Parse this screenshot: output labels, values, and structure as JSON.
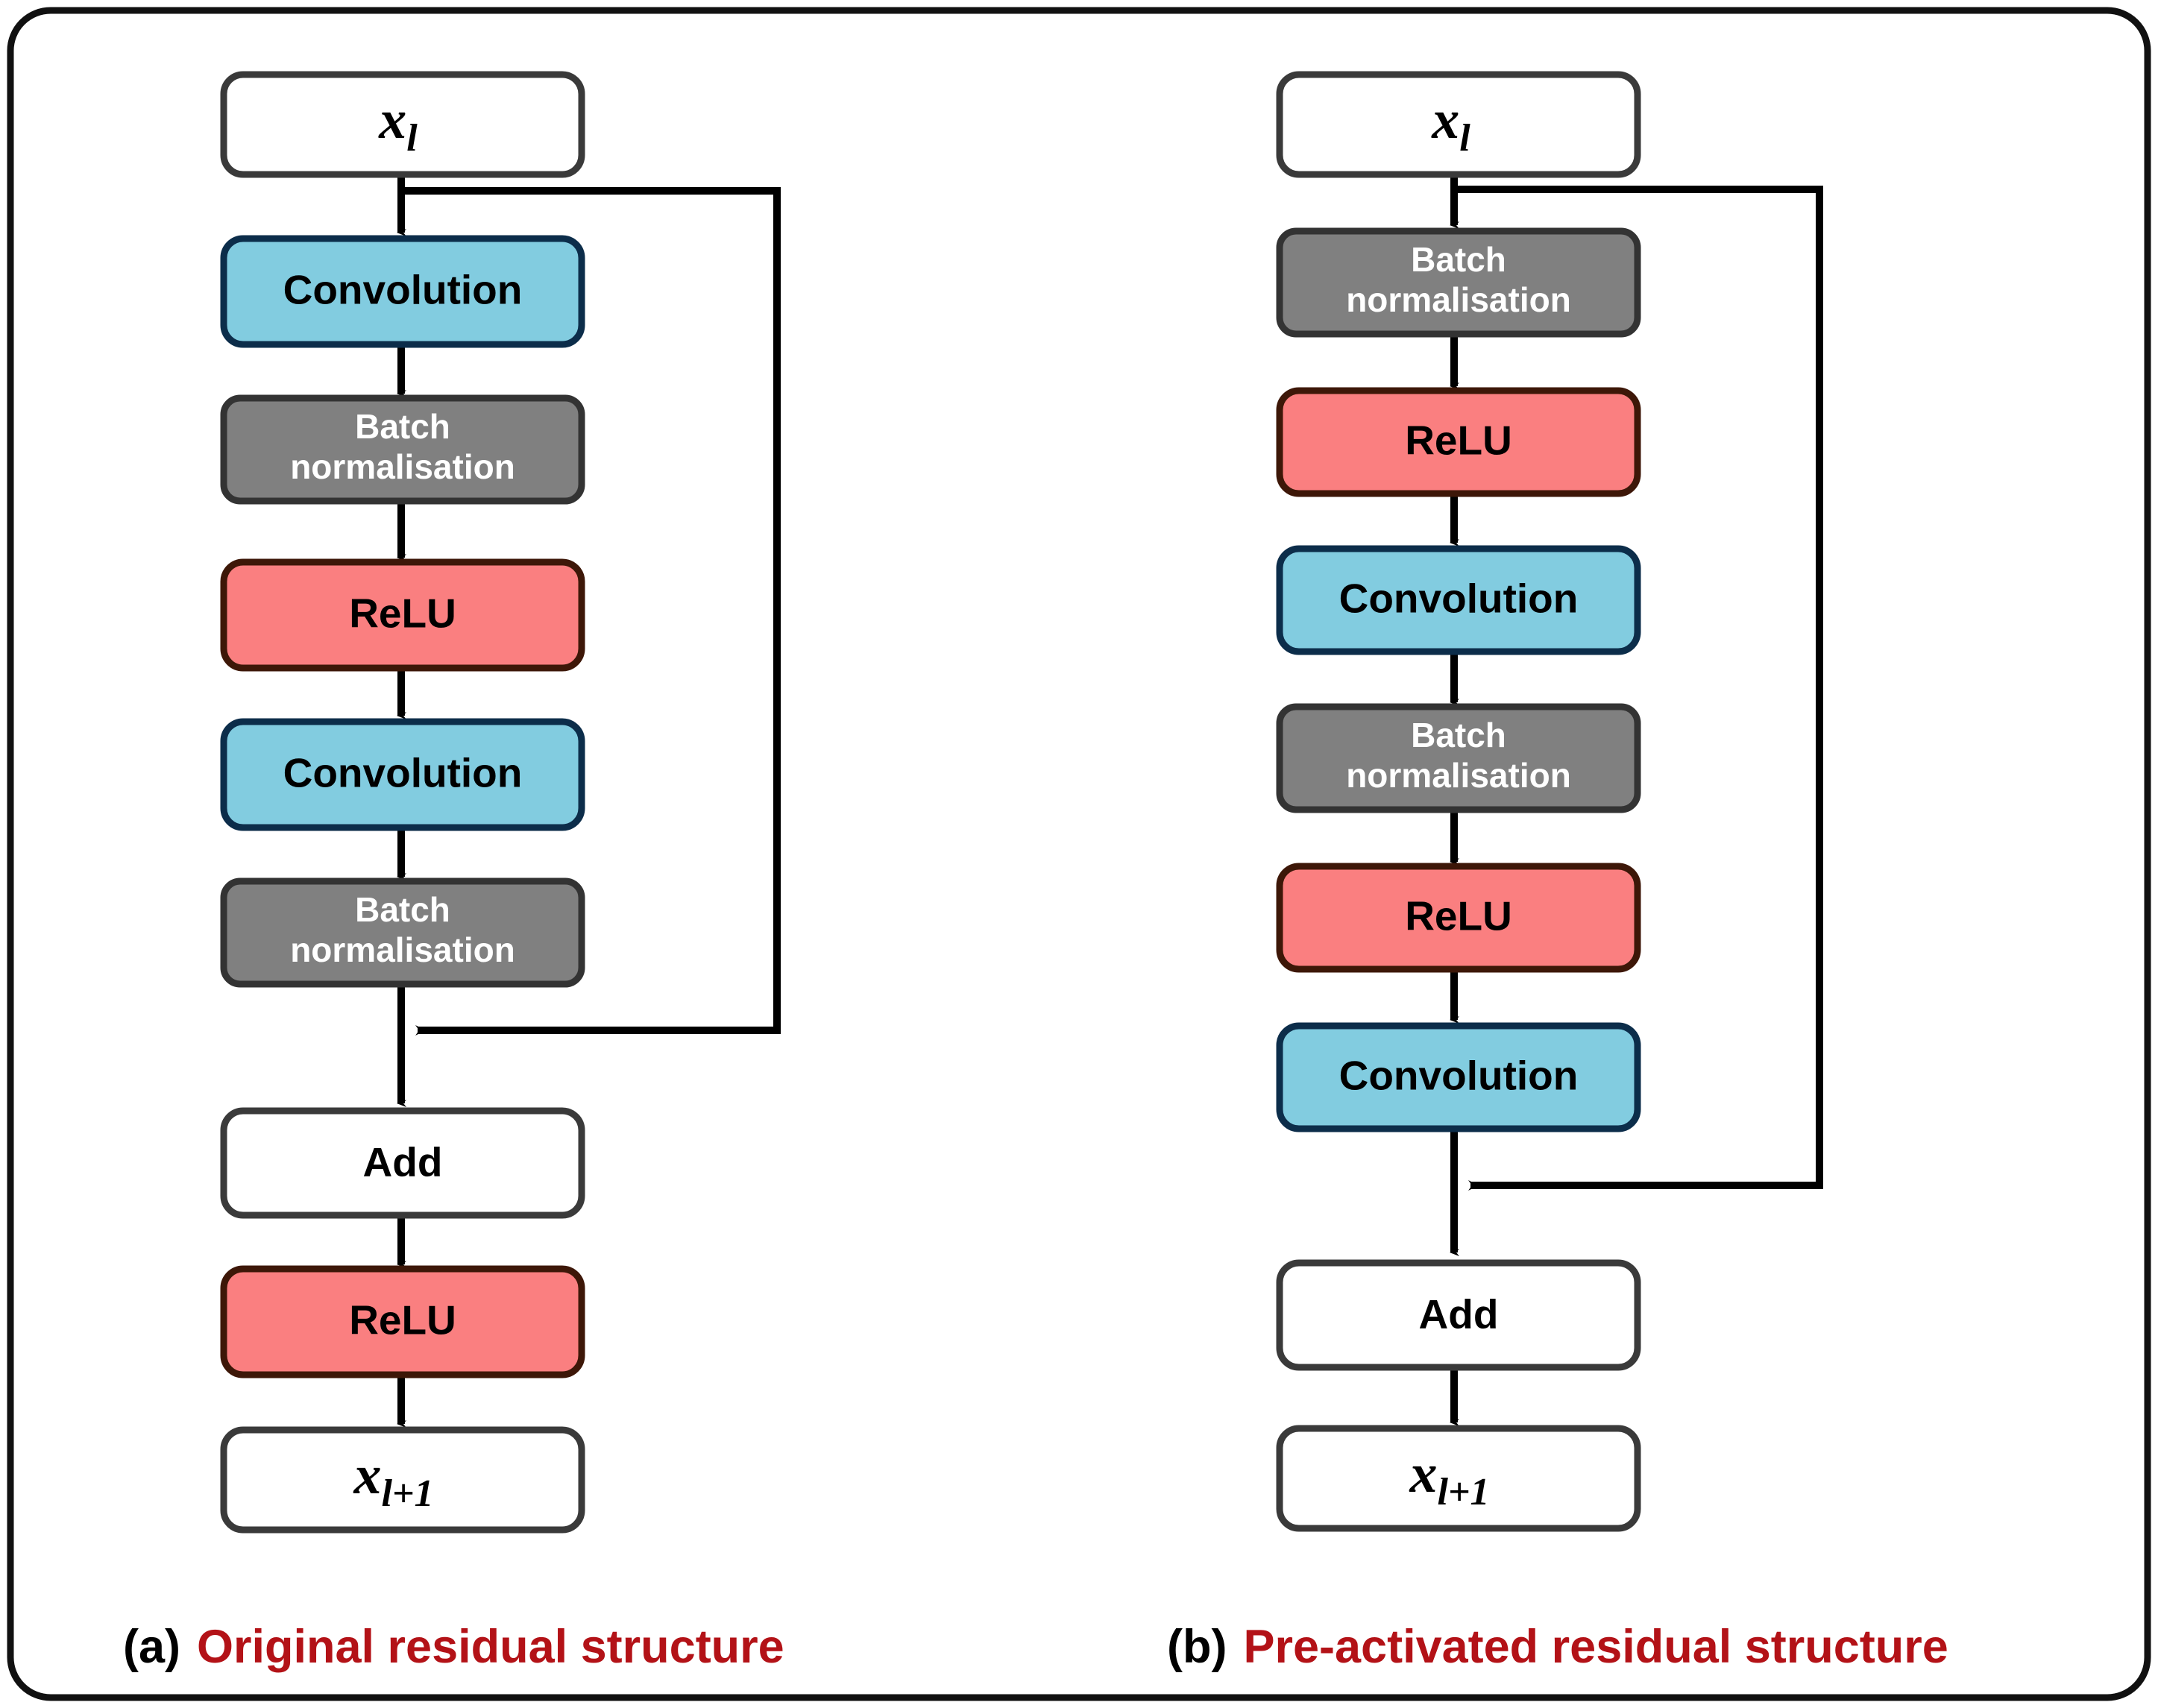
{
  "figure": {
    "frame_color": "#111111",
    "background": "#ffffff",
    "palette": {
      "convolution_fill": "#82CCE0",
      "convolution_stroke": "#0C2D4A",
      "batchnorm_fill": "#808080",
      "batchnorm_stroke": "#333333",
      "relu_fill": "#FA7F80",
      "relu_stroke": "#3D1708",
      "plain_fill": "#FFFFFF",
      "plain_stroke": "#3A3A3A",
      "edge_color": "#000000",
      "caption_accent": "#B31217",
      "caption_index_color": "#000000"
    }
  },
  "panels": [
    {
      "id": "panel-a",
      "caption_index": "(a)",
      "caption_text": "Original residual structure",
      "nodes": [
        {
          "id": "a-input",
          "label": "x",
          "sub": "l",
          "type": "math",
          "style": "plain"
        },
        {
          "id": "a-conv1",
          "label": "Convolution",
          "type": "text",
          "style": "convolution"
        },
        {
          "id": "a-bn1",
          "label": "Batch normalisation",
          "line1": "Batch",
          "line2": "normalisation",
          "type": "text2",
          "style": "batchnorm"
        },
        {
          "id": "a-relu1",
          "label": "ReLU",
          "type": "text",
          "style": "relu"
        },
        {
          "id": "a-conv2",
          "label": "Convolution",
          "type": "text",
          "style": "convolution"
        },
        {
          "id": "a-bn2",
          "label": "Batch normalisation",
          "line1": "Batch",
          "line2": "normalisation",
          "type": "text2",
          "style": "batchnorm"
        },
        {
          "id": "a-add",
          "label": "Add",
          "type": "text",
          "style": "plain"
        },
        {
          "id": "a-relu2",
          "label": "ReLU",
          "type": "text",
          "style": "relu"
        },
        {
          "id": "a-output",
          "label": "x",
          "sub": "l+1",
          "type": "math",
          "style": "plain"
        }
      ],
      "skip_connection": {
        "from": "a-input",
        "to": "a-add",
        "label": ""
      }
    },
    {
      "id": "panel-b",
      "caption_index": "(b)",
      "caption_text": "Pre-activated residual structure",
      "nodes": [
        {
          "id": "b-input",
          "label": "x",
          "sub": "l",
          "type": "math",
          "style": "plain"
        },
        {
          "id": "b-bn1",
          "label": "Batch normalisation",
          "line1": "Batch",
          "line2": "normalisation",
          "type": "text2",
          "style": "batchnorm"
        },
        {
          "id": "b-relu1",
          "label": "ReLU",
          "type": "text",
          "style": "relu"
        },
        {
          "id": "b-conv1",
          "label": "Convolution",
          "type": "text",
          "style": "convolution"
        },
        {
          "id": "b-bn2",
          "label": "Batch normalisation",
          "line1": "Batch",
          "line2": "normalisation",
          "type": "text2",
          "style": "batchnorm"
        },
        {
          "id": "b-relu2",
          "label": "ReLU",
          "type": "text",
          "style": "relu"
        },
        {
          "id": "b-conv2",
          "label": "Convolution",
          "type": "text",
          "style": "convolution"
        },
        {
          "id": "b-add",
          "label": "Add",
          "type": "text",
          "style": "plain"
        },
        {
          "id": "b-output",
          "label": "x",
          "sub": "l+1",
          "type": "math",
          "style": "plain"
        }
      ],
      "skip_connection": {
        "from": "b-input",
        "to": "b-add",
        "label": ""
      }
    }
  ]
}
